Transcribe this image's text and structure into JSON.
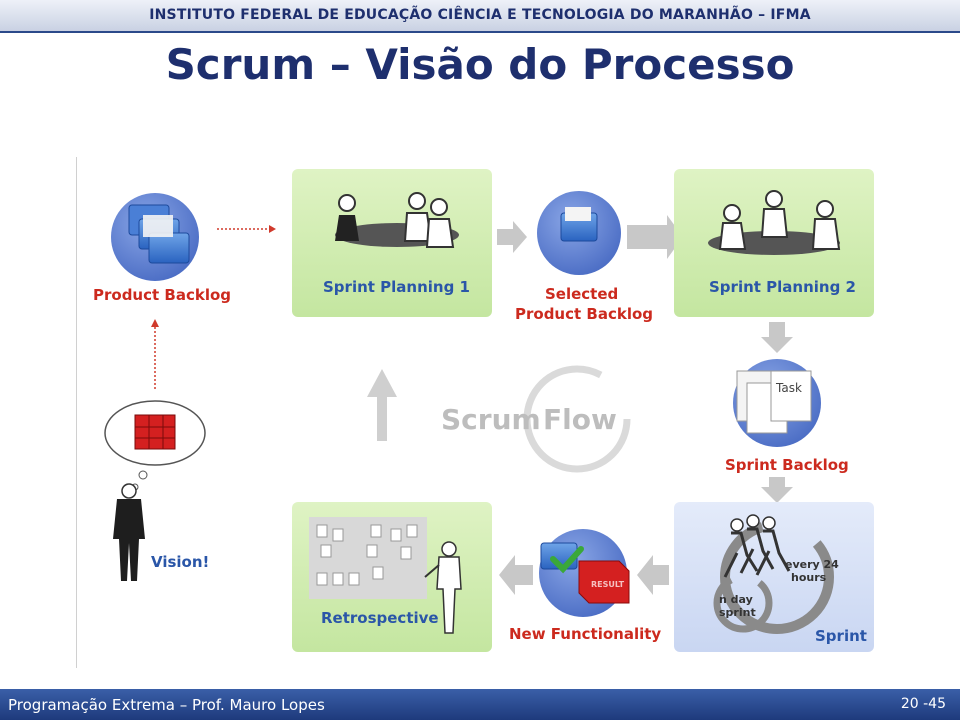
{
  "header": {
    "institution": "INSTITUTO FEDERAL DE EDUCAÇÃO CIÊNCIA E TECNOLOGIA DO MARANHÃO – IFMA"
  },
  "slide": {
    "title": "Scrum – Visão do Processo"
  },
  "diagram": {
    "product_backlog": "Product Backlog",
    "sprint_planning_1": "Sprint Planning 1",
    "selected_backlog_line1": "Selected",
    "selected_backlog_line2": "Product Backlog",
    "sprint_planning_2": "Sprint Planning 2",
    "sprint_backlog": "Sprint Backlog",
    "task_label": "Task",
    "sprint": "Sprint",
    "every_24_line1": "every 24",
    "every_24_line2": "hours",
    "n_day_line1": "n day",
    "n_day_line2": "sprint",
    "new_functionality": "New Functionality",
    "result_label": "RESULT",
    "retrospective": "Retrospective",
    "vision": "Vision!",
    "center_word1": "Scrum",
    "center_word2": "Flow"
  },
  "footer": {
    "course": "Programação Extrema – Prof. Mauro Lopes",
    "page": "20 -45"
  }
}
